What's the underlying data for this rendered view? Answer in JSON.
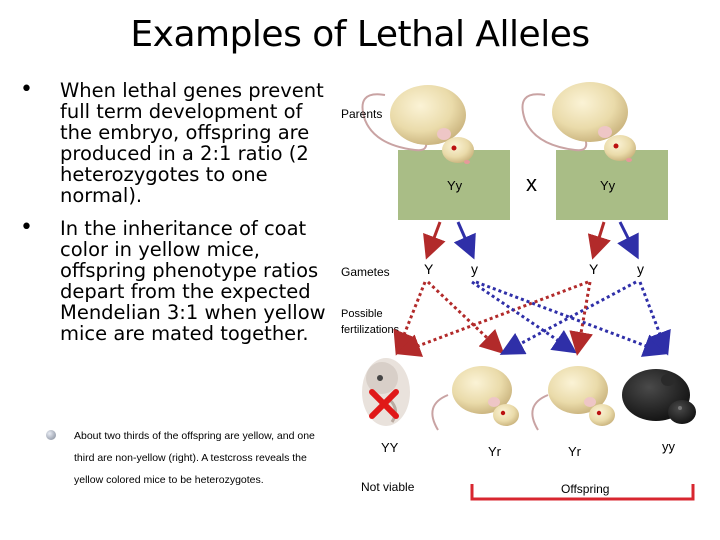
{
  "title": "Examples of Lethal Alleles",
  "bullets": [
    "When lethal genes prevent full term development of the embryo, offspring are produced in a 2:1 ratio (2 heterozygotes to one normal).",
    "In the inheritance of coat color in yellow mice, offspring phenotype ratios depart from the expected Mendelian 3:1 when yellow mice are mated together."
  ],
  "sub_bullet": "About two thirds of the offspring are yellow, and one third are non-yellow (right). A testcross reveals the yellow colored mice to be heterozygotes.",
  "diagram": {
    "parents_label": "Parents",
    "gametes_label": "Gametes",
    "fertilization_label": "Possible fertilizations",
    "cross_symbol": "x",
    "parent_genotypes": [
      "Yy",
      "Yy"
    ],
    "gametes": [
      "Y",
      "y",
      "Y",
      "y"
    ],
    "offspring_genotypes": [
      "YY",
      "Yr",
      "Yr",
      "yy"
    ],
    "not_viable_label": "Not viable",
    "offspring_label": "Offspring",
    "colors": {
      "parent_box": "#a9bd86",
      "red_arrow": "#b22a2a",
      "blue_arrow": "#2f2fa8",
      "bracket": "#d8262f",
      "x_mark": "#e01818"
    }
  }
}
